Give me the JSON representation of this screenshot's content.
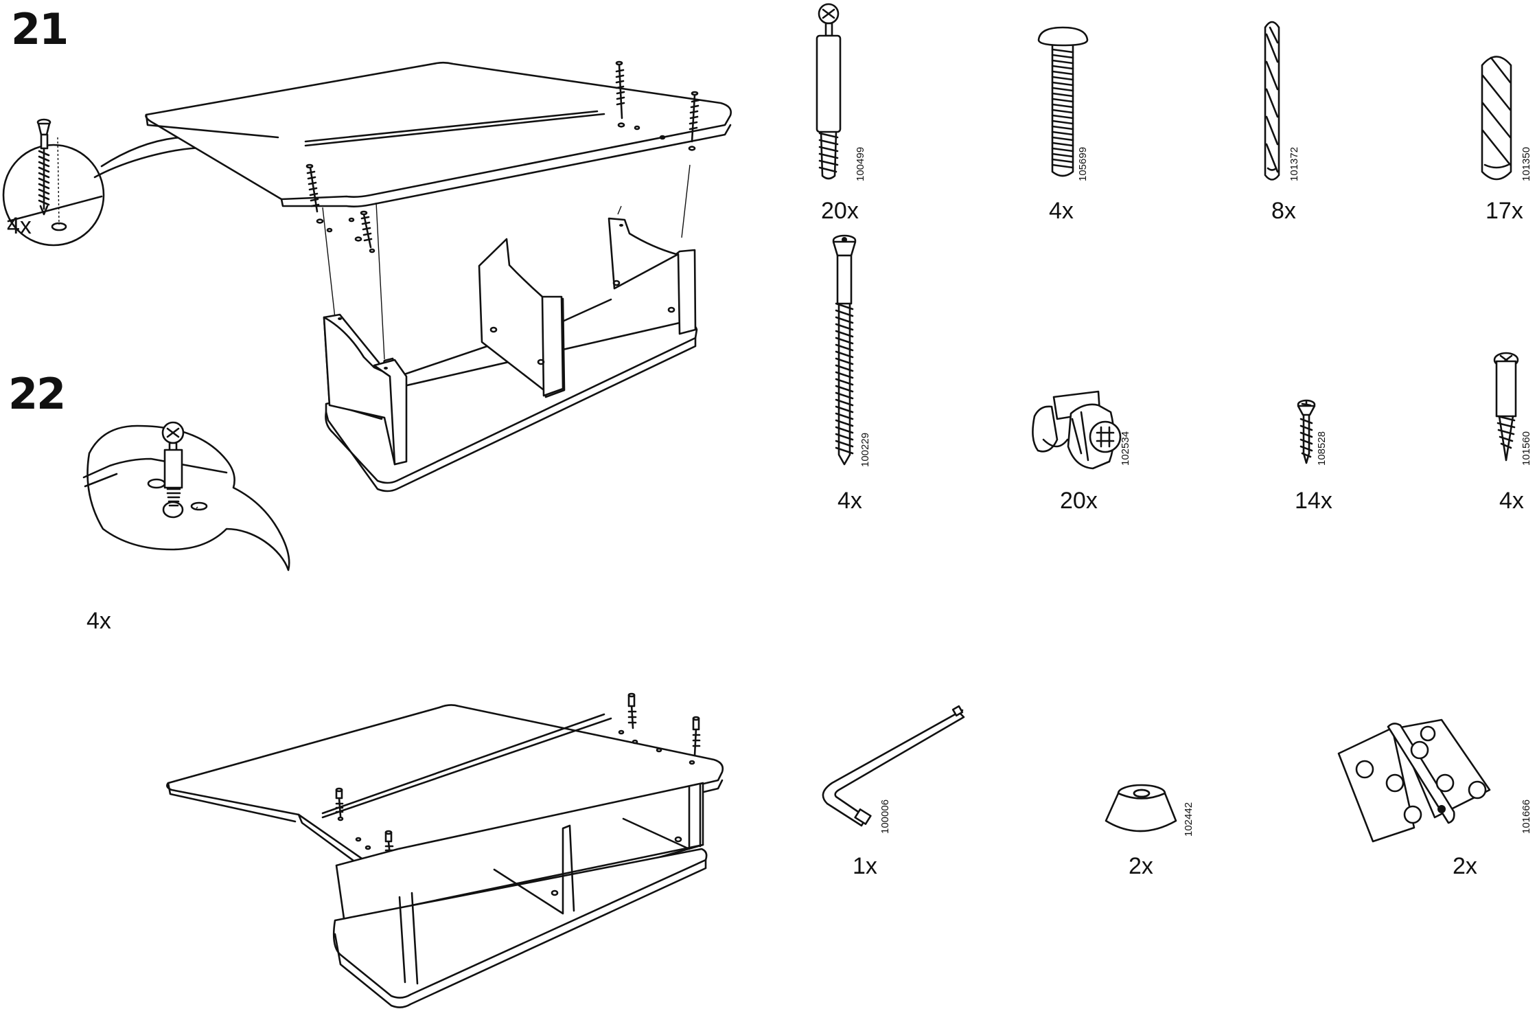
{
  "steps": [
    {
      "number": "21",
      "callout_qty": "4x"
    },
    {
      "number": "22",
      "callout_qty": "4x"
    }
  ],
  "parts": [
    {
      "code": "100499",
      "qty": "20x",
      "icon": "cam-bolt-icon"
    },
    {
      "code": "105699",
      "qty": "4x",
      "icon": "mushroom-bolt-icon"
    },
    {
      "code": "101372",
      "qty": "8x",
      "icon": "long-dowel-icon"
    },
    {
      "code": "101350",
      "qty": "17x",
      "icon": "short-dowel-icon"
    },
    {
      "code": "100229",
      "qty": "4x",
      "icon": "long-screw-icon"
    },
    {
      "code": "102534",
      "qty": "20x",
      "icon": "cam-lock-icon"
    },
    {
      "code": "108528",
      "qty": "14x",
      "icon": "small-screw-icon"
    },
    {
      "code": "101560",
      "qty": "4x",
      "icon": "dowel-screw-icon"
    },
    {
      "code": "100006",
      "qty": "1x",
      "icon": "allen-key-icon"
    },
    {
      "code": "102442",
      "qty": "2x",
      "icon": "rubber-foot-icon"
    },
    {
      "code": "101666",
      "qty": "2x",
      "icon": "hinge-icon"
    }
  ]
}
